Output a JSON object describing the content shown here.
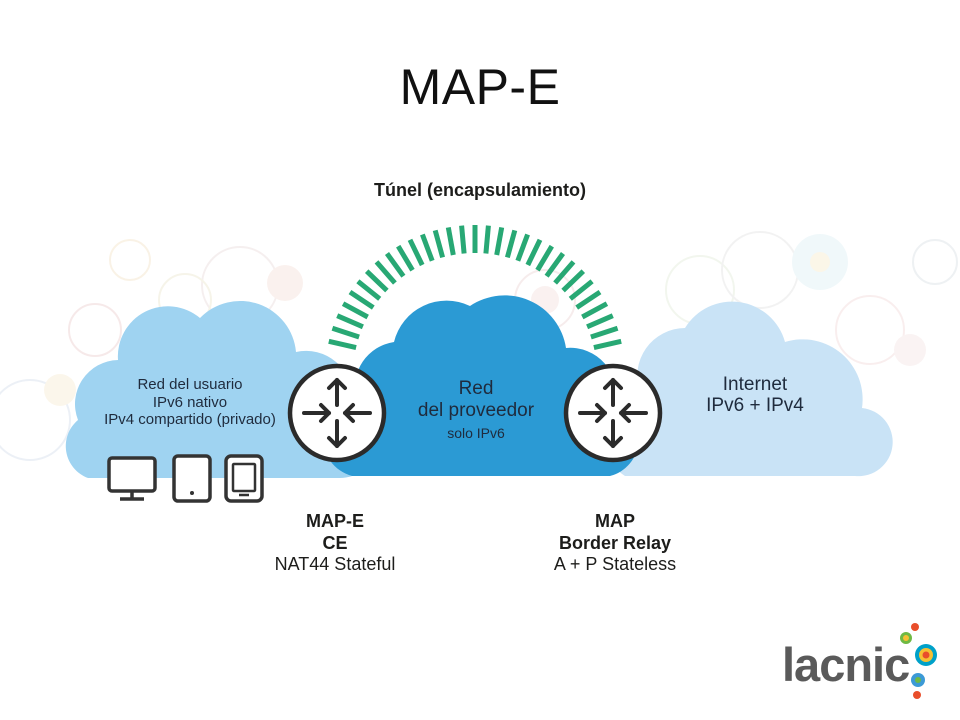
{
  "title": "MAP-E",
  "tunnel_label": "Túnel (encapsulamiento)",
  "user_network": {
    "line1": "Red del usuario",
    "line2": "IPv6 nativo",
    "line3": "IPv4 compartido (privado)"
  },
  "provider_network": {
    "line1": "Red",
    "line2": "del proveedor",
    "line3": "solo IPv6"
  },
  "internet": {
    "line1": "Internet",
    "line2": "IPv6 + IPv4"
  },
  "ce": {
    "line1": "MAP-E",
    "line2": "CE",
    "line3": "NAT44 Stateful"
  },
  "border_relay": {
    "line1": "MAP",
    "line2": "Border Relay",
    "line3": "A + P Stateless"
  },
  "logo": "lacnic",
  "colors": {
    "user_cloud": "#9fd3f1",
    "provider_cloud": "#2b9ad4",
    "internet_cloud": "#c9e3f6",
    "tunnel": "#28a874",
    "router_ring": "#2b2b2b",
    "device": "#333333"
  },
  "icons": [
    "router-icon",
    "monitor-icon",
    "tablet-icon",
    "phone-icon"
  ]
}
